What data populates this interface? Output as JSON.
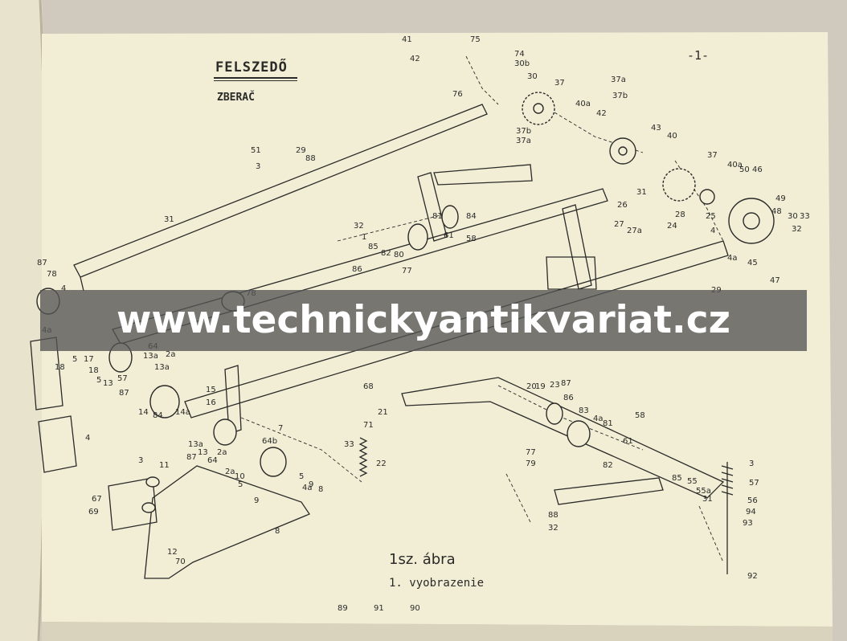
{
  "page": {
    "title": "FELSZEDŐ",
    "subtitle": "ZBERAČ",
    "page_number": "-1-",
    "caption_hu": "1sz. ábra",
    "caption_sk": "1. vyobrazenie"
  },
  "watermark": {
    "text": "www.technickyantikvariat.cz"
  },
  "part_labels": [
    "41",
    "42",
    "75",
    "74",
    "30b",
    "30",
    "76",
    "37",
    "37a",
    "37b",
    "40a",
    "42",
    "37b",
    "37a",
    "43",
    "40",
    "37",
    "40a",
    "50",
    "46",
    "49",
    "48",
    "30",
    "32",
    "31",
    "26",
    "27",
    "27a",
    "28",
    "24",
    "25",
    "4",
    "4a",
    "45",
    "47",
    "33",
    "29",
    "51",
    "29",
    "3",
    "88",
    "31",
    "32",
    "1",
    "85",
    "82",
    "80",
    "61",
    "58",
    "81",
    "84",
    "86",
    "77",
    "78",
    "87",
    "78",
    "4",
    "4a",
    "18",
    "5",
    "17",
    "18",
    "5",
    "64",
    "2a",
    "13a",
    "13a",
    "57",
    "87",
    "13",
    "14",
    "84",
    "14a",
    "15",
    "16",
    "13a",
    "87",
    "13",
    "64",
    "2a",
    "64b",
    "7",
    "2a",
    "10",
    "5",
    "5",
    "4a",
    "9",
    "8",
    "9",
    "8",
    "4",
    "3",
    "11",
    "67",
    "69",
    "12",
    "70",
    "68",
    "71",
    "33",
    "22",
    "21",
    "20",
    "19",
    "23",
    "87",
    "86",
    "83",
    "4a",
    "81",
    "58",
    "61",
    "82",
    "77",
    "79",
    "85",
    "55",
    "55a",
    "31",
    "88",
    "32",
    "3",
    "57",
    "56",
    "94",
    "93",
    "92",
    "89",
    "91",
    "90"
  ],
  "colors": {
    "paper": "#f2eed6",
    "ink": "#2a2a28",
    "watermark_band": "#555555",
    "watermark_text": "#ffffff"
  }
}
